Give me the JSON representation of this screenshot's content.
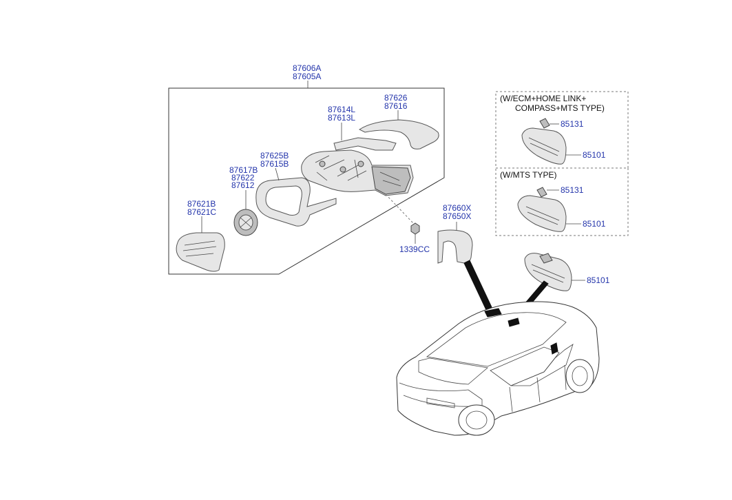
{
  "diagram": {
    "parts": {
      "mirror_assy": [
        "87606A",
        "87605A"
      ],
      "cover": [
        "87626",
        "87616"
      ],
      "garnish": [
        "87614L",
        "87613L"
      ],
      "housing": [
        "87625B",
        "87615B"
      ],
      "actuator": [
        "87617B",
        "87622",
        "87612"
      ],
      "glass": [
        "87621B",
        "87621C"
      ],
      "bolt": [
        "1339CC"
      ],
      "inside_cover": [
        "87660X",
        "87650X"
      ],
      "ecm_mirror_clip": [
        "85131"
      ],
      "ecm_mirror": [
        "85101"
      ],
      "mts_mirror_clip": [
        "85131"
      ],
      "mts_mirror": [
        "85101"
      ],
      "std_mirror": [
        "85101"
      ]
    },
    "options": {
      "ecm": [
        "(W/ECM+HOME LINK+",
        "COMPASS+MTS TYPE)"
      ],
      "mts": [
        "(W/MTS TYPE)"
      ]
    }
  }
}
